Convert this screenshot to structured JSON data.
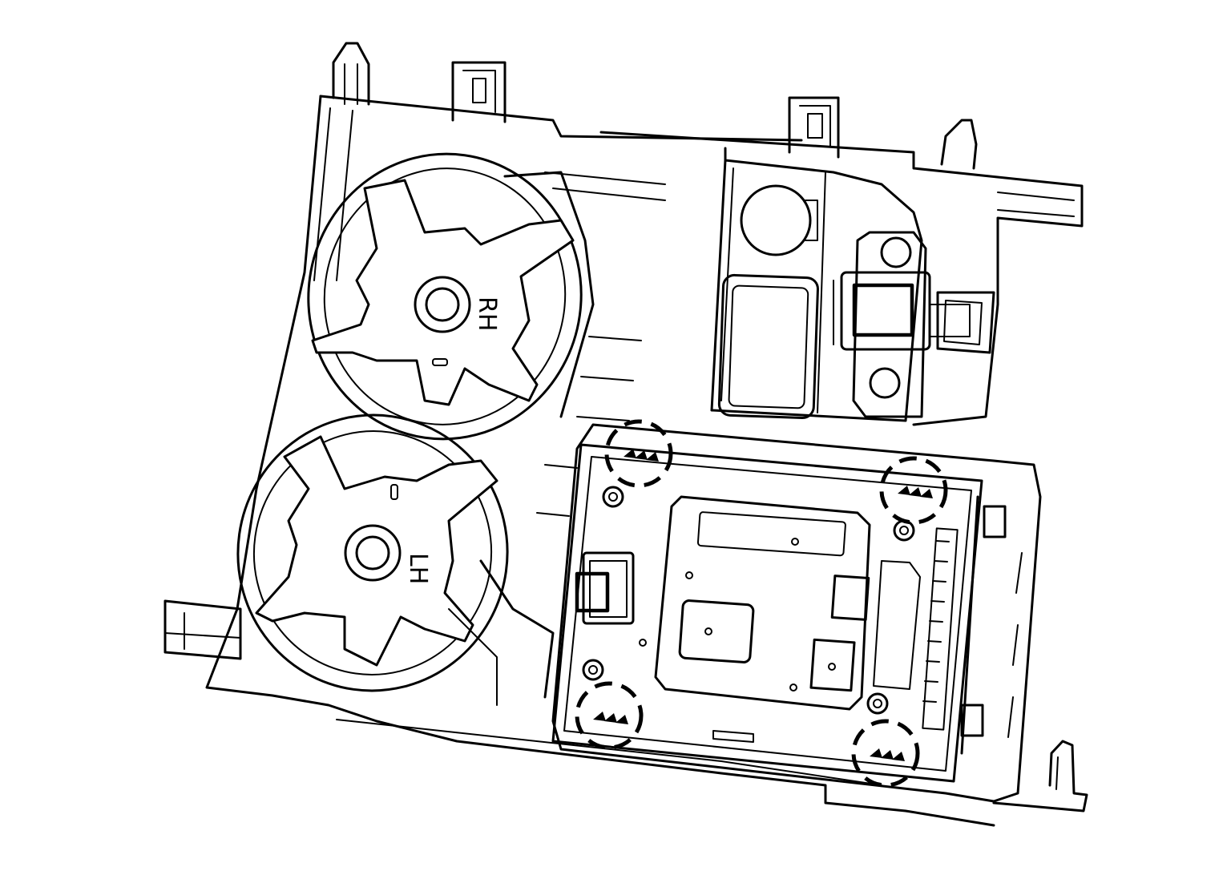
{
  "diagram": {
    "labels": {
      "right_fan": "RH",
      "left_fan": "LH"
    },
    "highlight_count": 4,
    "colors": {
      "line": "#000000",
      "background": "#ffffff"
    }
  }
}
